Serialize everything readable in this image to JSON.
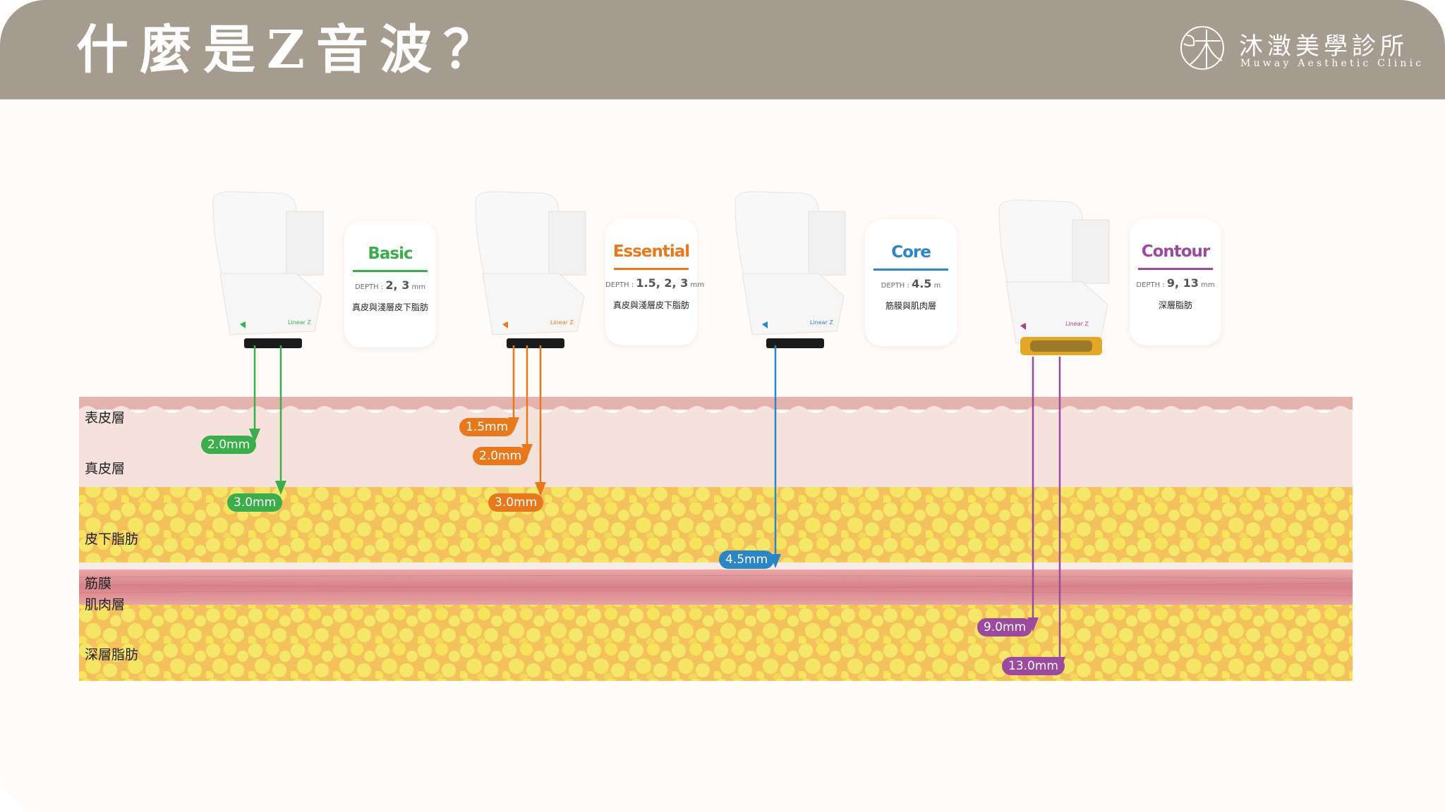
{
  "header": {
    "title": "什麼是Z音波？",
    "logo": {
      "icon": "muway-logo-mark-icon",
      "name_cn": "沐澂美學診所",
      "name_en": "Muway Aesthetic Clinic"
    }
  },
  "colors": {
    "header_bg": "#a69b8f",
    "page_bg": "#fffbf8",
    "basic": "#3bad4b",
    "essential": "#e8781c",
    "core": "#2b86c5",
    "contour": "#9b4a9e",
    "epidermis": "#e6b2ad",
    "dermis": "#f6e2dc",
    "fat_light": "#f5e76a",
    "fat_dark": "#f3c25c",
    "muscle": "#d9868a"
  },
  "probes": [
    {
      "id": "basic",
      "brand_text": "Linear Z",
      "card": {
        "name": "Basic",
        "depth_label": "DEPTH :",
        "depth_values": "2, 3",
        "depth_unit": "mm",
        "description": "真皮與淺層皮下脂肪"
      },
      "depths": [
        {
          "value": 2.0,
          "label": "2.0mm"
        },
        {
          "value": 3.0,
          "label": "3.0mm"
        }
      ]
    },
    {
      "id": "essential",
      "brand_text": "Linear Z",
      "card": {
        "name": "Essential",
        "depth_label": "DEPTH :",
        "depth_values": "1.5, 2, 3",
        "depth_unit": "mm",
        "description": "真皮與淺層皮下脂肪"
      },
      "depths": [
        {
          "value": 1.5,
          "label": "1.5mm"
        },
        {
          "value": 2.0,
          "label": "2.0mm"
        },
        {
          "value": 3.0,
          "label": "3.0mm"
        }
      ]
    },
    {
      "id": "core",
      "brand_text": "Linear Z",
      "card": {
        "name": "Core",
        "depth_label": "DEPTH :",
        "depth_values": "4.5",
        "depth_unit": "m",
        "description": "筋膜與肌肉層"
      },
      "depths": [
        {
          "value": 4.5,
          "label": "4.5mm"
        }
      ]
    },
    {
      "id": "contour",
      "brand_text": "Linear Z",
      "card": {
        "name": "Contour",
        "depth_label": "DEPTH :",
        "depth_values": "9, 13",
        "depth_unit": "mm",
        "description": "深層脂肪"
      },
      "depths": [
        {
          "value": 9.0,
          "label": "9.0mm"
        },
        {
          "value": 13.0,
          "label": "13.0mm"
        }
      ]
    }
  ],
  "layers": [
    {
      "id": "epidermis",
      "label": "表皮層"
    },
    {
      "id": "dermis",
      "label": "真皮層"
    },
    {
      "id": "subcutaneous-fat",
      "label": "皮下脂肪"
    },
    {
      "id": "fascia",
      "label": "筋膜"
    },
    {
      "id": "muscle",
      "label": "肌肉層"
    },
    {
      "id": "deep-fat",
      "label": "深層脂肪"
    }
  ]
}
